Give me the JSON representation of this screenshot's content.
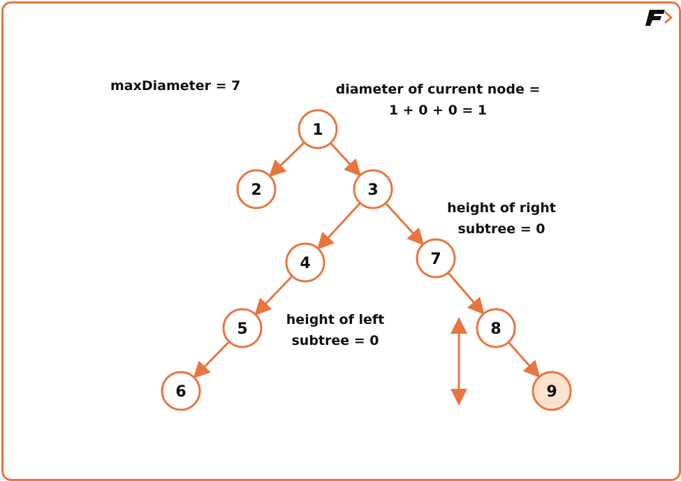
{
  "colors": {
    "accent": "#e8753f",
    "node_fill": "#ffffff",
    "highlight_fill": "#fde3cf",
    "text": "#111111",
    "frame": "#e8753f"
  },
  "labels": {
    "max_diameter": "maxDiameter = 7",
    "current_node_line1": "diameter of current node =",
    "current_node_line2": "1 + 0 + 0 = 1",
    "right_height_line1": "height of right",
    "right_height_line2": "subtree = 0",
    "left_height_line1": "height of left",
    "left_height_line2": "subtree = 0"
  },
  "tree": {
    "nodes": [
      {
        "id": "n1",
        "value": "1",
        "highlighted": false
      },
      {
        "id": "n2",
        "value": "2",
        "highlighted": false
      },
      {
        "id": "n3",
        "value": "3",
        "highlighted": false
      },
      {
        "id": "n4",
        "value": "4",
        "highlighted": false
      },
      {
        "id": "n7",
        "value": "7",
        "highlighted": false
      },
      {
        "id": "n5",
        "value": "5",
        "highlighted": false
      },
      {
        "id": "n8",
        "value": "8",
        "highlighted": false
      },
      {
        "id": "n6",
        "value": "6",
        "highlighted": false
      },
      {
        "id": "n9",
        "value": "9",
        "highlighted": true
      }
    ],
    "edges": [
      [
        "n1",
        "n2"
      ],
      [
        "n1",
        "n3"
      ],
      [
        "n3",
        "n4"
      ],
      [
        "n3",
        "n7"
      ],
      [
        "n4",
        "n5"
      ],
      [
        "n5",
        "n6"
      ],
      [
        "n7",
        "n8"
      ],
      [
        "n8",
        "n9"
      ]
    ]
  },
  "logo_icon": "f-arrow-logo-icon"
}
